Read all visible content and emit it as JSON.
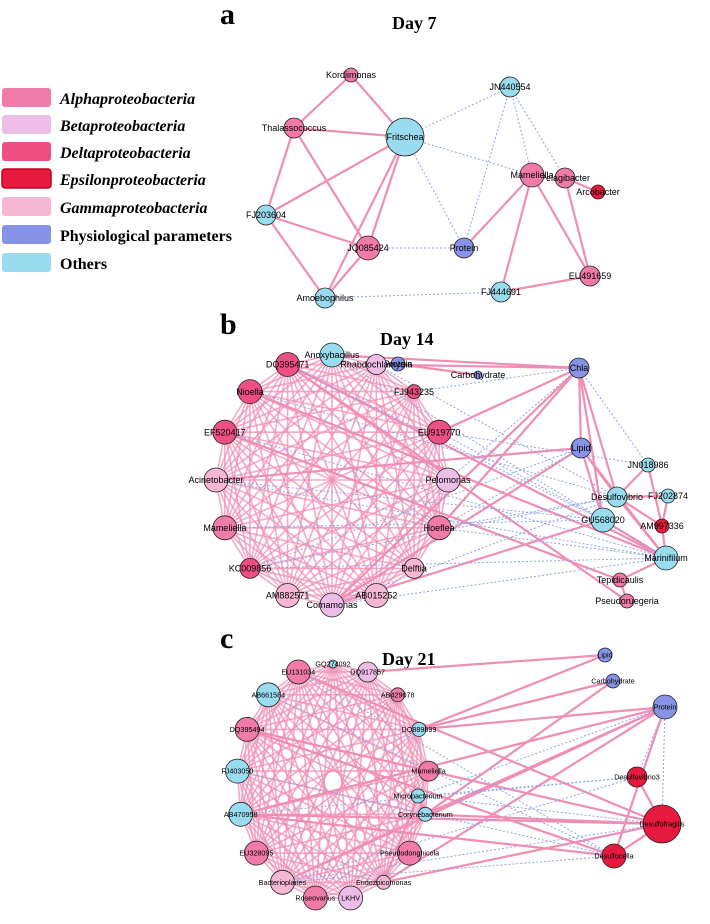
{
  "colors": {
    "alpha": "#f07aa8",
    "beta": "#ecbde6",
    "delta": "#ee4f83",
    "epsilon": "#e8193f",
    "gamma": "#f5b7d4",
    "physio": "#8693e6",
    "others": "#99dcef",
    "edge_pos": "#f08db4",
    "edge_neg": "#8fa2e6"
  },
  "legend": [
    {
      "label": "Alphaproteobacteria",
      "cat": "alpha",
      "italic": true
    },
    {
      "label": "Betaproteobacteria",
      "cat": "beta",
      "italic": true
    },
    {
      "label": "Deltaproteobacteria",
      "cat": "delta",
      "italic": true
    },
    {
      "label": "Epsilonproteobacteria",
      "cat": "epsilon",
      "italic": true
    },
    {
      "label": "Gammaproteobacteria",
      "cat": "gamma",
      "italic": true
    },
    {
      "label": "Physiological parameters",
      "cat": "physio",
      "italic": false
    },
    {
      "label": "Others",
      "cat": "others",
      "italic": false
    }
  ],
  "panels": [
    {
      "letter": "a",
      "title": "Day 7"
    },
    {
      "letter": "b",
      "title": "Day 14"
    },
    {
      "letter": "c",
      "title": "Day 21"
    }
  ],
  "networks": [
    {
      "nodes": [
        {
          "id": "Kordiimonas",
          "cat": "alpha",
          "size": 1
        },
        {
          "id": "Thalassococcus",
          "cat": "alpha",
          "size": 2
        },
        {
          "id": "Fritschea",
          "cat": "others",
          "size": 4
        },
        {
          "id": "JN440554",
          "cat": "others",
          "size": 2
        },
        {
          "id": "Pelagibacter",
          "cat": "alpha",
          "size": 2
        },
        {
          "id": "Arcobacter",
          "cat": "epsilon",
          "size": 1
        },
        {
          "id": "Mameliella",
          "cat": "alpha",
          "size": 3
        },
        {
          "id": "FJ203604",
          "cat": "others",
          "size": 2
        },
        {
          "id": "JQ085424",
          "cat": "alpha",
          "size": 3
        },
        {
          "id": "Protein",
          "cat": "physio",
          "size": 2
        },
        {
          "id": "EU491659",
          "cat": "alpha",
          "size": 2
        },
        {
          "id": "Amoebophilus",
          "cat": "others",
          "size": 2
        },
        {
          "id": "FJ444691",
          "cat": "others",
          "size": 2
        }
      ],
      "edges": [
        {
          "s": "Kordiimonas",
          "t": "Thalassococcus",
          "k": "pos"
        },
        {
          "s": "Kordiimonas",
          "t": "Fritschea",
          "k": "pos"
        },
        {
          "s": "Thalassococcus",
          "t": "Fritschea",
          "k": "pos"
        },
        {
          "s": "Thalassococcus",
          "t": "FJ203604",
          "k": "pos"
        },
        {
          "s": "Thalassococcus",
          "t": "JQ085424",
          "k": "pos"
        },
        {
          "s": "Fritschea",
          "t": "FJ203604",
          "k": "pos"
        },
        {
          "s": "Fritschea",
          "t": "JQ085424",
          "k": "pos"
        },
        {
          "s": "Fritschea",
          "t": "Amoebophilus",
          "k": "pos"
        },
        {
          "s": "FJ203604",
          "t": "Amoebophilus",
          "k": "pos"
        },
        {
          "s": "FJ203604",
          "t": "JQ085424",
          "k": "pos"
        },
        {
          "s": "JQ085424",
          "t": "Amoebophilus",
          "k": "pos"
        },
        {
          "s": "Fritschea",
          "t": "Mameliella",
          "k": "neg"
        },
        {
          "s": "Fritschea",
          "t": "Protein",
          "k": "neg"
        },
        {
          "s": "JN440554",
          "t": "Fritschea",
          "k": "neg"
        },
        {
          "s": "JN440554",
          "t": "Protein",
          "k": "neg"
        },
        {
          "s": "JN440554",
          "t": "Mameliella",
          "k": "neg"
        },
        {
          "s": "JN440554",
          "t": "Pelagibacter",
          "k": "neg"
        },
        {
          "s": "JQ085424",
          "t": "Protein",
          "k": "neg"
        },
        {
          "s": "Amoebophilus",
          "t": "FJ444691",
          "k": "neg"
        },
        {
          "s": "Mameliella",
          "t": "Protein",
          "k": "pos"
        },
        {
          "s": "Mameliella",
          "t": "FJ444691",
          "k": "pos"
        },
        {
          "s": "Mameliella",
          "t": "EU491659",
          "k": "pos"
        },
        {
          "s": "Pelagibacter",
          "t": "EU491659",
          "k": "pos"
        },
        {
          "s": "Pelagibacter",
          "t": "Arcobacter",
          "k": "pos"
        },
        {
          "s": "EU491659",
          "t": "FJ444691",
          "k": "pos"
        }
      ]
    },
    {
      "nodes": [
        {
          "id": "Protein",
          "cat": "physio",
          "size": 1
        },
        {
          "id": "Carbohydrate",
          "cat": "physio",
          "size": 0
        },
        {
          "id": "Anoxybacillus",
          "cat": "others",
          "size": 3
        },
        {
          "id": "Rhabdochlamydia",
          "cat": "beta",
          "size": 2
        },
        {
          "id": "FJ943235",
          "cat": "delta",
          "size": 1
        },
        {
          "id": "EU919770",
          "cat": "delta",
          "size": 3
        },
        {
          "id": "Pelomonas",
          "cat": "beta",
          "size": 3
        },
        {
          "id": "Hoeflea",
          "cat": "alpha",
          "size": 3
        },
        {
          "id": "Delftia",
          "cat": "gamma",
          "size": 2
        },
        {
          "id": "AB015252",
          "cat": "gamma",
          "size": 3
        },
        {
          "id": "Comamonas",
          "cat": "beta",
          "size": 3
        },
        {
          "id": "AM882571",
          "cat": "gamma",
          "size": 3
        },
        {
          "id": "KC009856",
          "cat": "delta",
          "size": 2
        },
        {
          "id": "Mameliella",
          "cat": "alpha",
          "size": 3
        },
        {
          "id": "Acinetobacter",
          "cat": "gamma",
          "size": 3
        },
        {
          "id": "EF520417",
          "cat": "delta",
          "size": 3
        },
        {
          "id": "Nioella",
          "cat": "delta",
          "size": 3
        },
        {
          "id": "DQ395471",
          "cat": "delta",
          "size": 3
        },
        {
          "id": "Chla",
          "cat": "physio",
          "size": 2
        },
        {
          "id": "Lipid",
          "cat": "physio",
          "size": 2
        },
        {
          "id": "JN018986",
          "cat": "others",
          "size": 1
        },
        {
          "id": "Desulfovibrio",
          "cat": "others",
          "size": 2
        },
        {
          "id": "FJ202874",
          "cat": "others",
          "size": 1
        },
        {
          "id": "GU568020",
          "cat": "others",
          "size": 3
        },
        {
          "id": "AM997336",
          "cat": "epsilon",
          "size": 1
        },
        {
          "id": "Marinifilum",
          "cat": "others",
          "size": 3
        },
        {
          "id": "Tepidicaulis",
          "cat": "alpha",
          "size": 1
        },
        {
          "id": "Pseudoruegeria",
          "cat": "alpha",
          "size": 1
        }
      ],
      "edges": [
        {
          "s": "Protein",
          "t": "Carbohydrate",
          "k": "pos"
        },
        {
          "s": "Chla",
          "t": "Lipid",
          "k": "pos"
        },
        {
          "s": "Chla",
          "t": "Anoxybacillus",
          "k": "pos"
        },
        {
          "s": "Chla",
          "t": "Rhabdochlamydia",
          "k": "pos"
        },
        {
          "s": "Chla",
          "t": "EU919770",
          "k": "pos"
        },
        {
          "s": "Chla",
          "t": "Hoeflea",
          "k": "pos"
        },
        {
          "s": "Chla",
          "t": "Comamonas",
          "k": "pos"
        },
        {
          "s": "Chla",
          "t": "Desulfovibrio",
          "k": "pos"
        },
        {
          "s": "Chla",
          "t": "GU568020",
          "k": "pos"
        },
        {
          "s": "Chla",
          "t": "JN018986",
          "k": "neg"
        },
        {
          "s": "Chla",
          "t": "FJ943235",
          "k": "neg"
        },
        {
          "s": "Chla",
          "t": "Pelomonas",
          "k": "neg"
        },
        {
          "s": "Lipid",
          "t": "Comamonas",
          "k": "pos"
        },
        {
          "s": "Lipid",
          "t": "Desulfovibrio",
          "k": "pos"
        },
        {
          "s": "Lipid",
          "t": "GU568020",
          "k": "pos"
        },
        {
          "s": "Lipid",
          "t": "Marinifilum",
          "k": "pos"
        },
        {
          "s": "Lipid",
          "t": "Acinetobacter",
          "k": "pos"
        },
        {
          "s": "Lipid",
          "t": "Hoeflea",
          "k": "neg"
        },
        {
          "s": "Lipid",
          "t": "KC009856",
          "k": "neg"
        },
        {
          "s": "JN018986",
          "t": "Desulfovibrio",
          "k": "pos"
        },
        {
          "s": "JN018986",
          "t": "AM997336",
          "k": "pos"
        },
        {
          "s": "Desulfovibrio",
          "t": "FJ202874",
          "k": "pos"
        },
        {
          "s": "Desulfovibrio",
          "t": "AM997336",
          "k": "pos"
        },
        {
          "s": "Desulfovibrio",
          "t": "Marinifilum",
          "k": "pos"
        },
        {
          "s": "FJ202874",
          "t": "AM997336",
          "k": "pos"
        },
        {
          "s": "GU568020",
          "t": "Marinifilum",
          "k": "pos"
        },
        {
          "s": "AM997336",
          "t": "Marinifilum",
          "k": "pos"
        },
        {
          "s": "Marinifilum",
          "t": "Tepidicaulis",
          "k": "pos"
        },
        {
          "s": "Marinifilum",
          "t": "DQ395471",
          "k": "pos"
        },
        {
          "s": "Marinifilum",
          "t": "Nioella",
          "k": "pos"
        },
        {
          "s": "Tepidicaulis",
          "t": "Pseudoruegeria",
          "k": "pos"
        },
        {
          "s": "Tepidicaulis",
          "t": "EF520417",
          "k": "pos"
        },
        {
          "s": "Pseudoruegeria",
          "t": "DQ395471",
          "k": "pos"
        },
        {
          "s": "Comamonas",
          "t": "GU568020",
          "k": "pos"
        },
        {
          "s": "Comamonas",
          "t": "Desulfovibrio",
          "k": "neg"
        },
        {
          "s": "Comamonas",
          "t": "Marinifilum",
          "k": "neg"
        },
        {
          "s": "Hoeflea",
          "t": "Desulfovibrio",
          "k": "neg"
        },
        {
          "s": "Hoeflea",
          "t": "Marinifilum",
          "k": "neg"
        },
        {
          "s": "EU919770",
          "t": "JN018986",
          "k": "neg"
        },
        {
          "s": "EU919770",
          "t": "GU568020",
          "k": "neg"
        },
        {
          "s": "KC009856",
          "t": "Desulfovibrio",
          "k": "neg"
        },
        {
          "s": "KC009856",
          "t": "Marinifilum",
          "k": "neg"
        },
        {
          "s": "Acinetobacter",
          "t": "GU568020",
          "k": "neg"
        },
        {
          "s": "Acinetobacter",
          "t": "Marinifilum",
          "k": "neg"
        },
        {
          "s": "DQ395471",
          "t": "GU568020",
          "k": "neg"
        },
        {
          "s": "Rhabdochlamydia",
          "t": "Desulfovibrio",
          "k": "neg"
        },
        {
          "s": "Anoxybacillus",
          "t": "Marinifilum",
          "k": "neg"
        },
        {
          "s": "Nioella",
          "t": "Desulfovibrio",
          "k": "neg"
        },
        {
          "s": "EF520417",
          "t": "Marinifilum",
          "k": "neg"
        },
        {
          "s": "Mameliella",
          "t": "GU568020",
          "k": "neg"
        }
      ],
      "clique": [
        "Anoxybacillus",
        "Rhabdochlamydia",
        "FJ943235",
        "EU919770",
        "Pelomonas",
        "Hoeflea",
        "Delftia",
        "AB015252",
        "Comamonas",
        "AM882571",
        "KC009856",
        "Mameliella",
        "Acinetobacter",
        "EF520417",
        "Nioella",
        "DQ395471"
      ]
    },
    {
      "nodes": [
        {
          "id": "Lipid",
          "cat": "physio",
          "size": 1
        },
        {
          "id": "Carbohydrate",
          "cat": "physio",
          "size": 1
        },
        {
          "id": "Protein",
          "cat": "physio",
          "size": 3
        },
        {
          "id": "GQ274092",
          "cat": "others",
          "size": 0
        },
        {
          "id": "DQ917857",
          "cat": "beta",
          "size": 2
        },
        {
          "id": "AB429078",
          "cat": "alpha",
          "size": 1
        },
        {
          "id": "DQ889899",
          "cat": "others",
          "size": 1
        },
        {
          "id": "Mameliella",
          "cat": "alpha",
          "size": 2
        },
        {
          "id": "Corynebacterium",
          "cat": "others",
          "size": 1
        },
        {
          "id": "Pseudodonghicola",
          "cat": "alpha",
          "size": 3
        },
        {
          "id": "Endozoicomonas",
          "cat": "gamma",
          "size": 1
        },
        {
          "id": "LKHV",
          "cat": "beta",
          "size": 3
        },
        {
          "id": "Microbacterium",
          "cat": "others",
          "size": 1
        },
        {
          "id": "Roseovarius",
          "cat": "alpha",
          "size": 3
        },
        {
          "id": "Bacterioplanes",
          "cat": "gamma",
          "size": 3
        },
        {
          "id": "EU328095",
          "cat": "alpha",
          "size": 3
        },
        {
          "id": "AB470958",
          "cat": "others",
          "size": 3
        },
        {
          "id": "FJ403050",
          "cat": "others",
          "size": 3
        },
        {
          "id": "DQ395494",
          "cat": "alpha",
          "size": 3
        },
        {
          "id": "AB661584",
          "cat": "others",
          "size": 3
        },
        {
          "id": "EU131034",
          "cat": "alpha",
          "size": 3
        },
        {
          "id": "Desulfovibrio3",
          "cat": "epsilon",
          "size": 2
        },
        {
          "id": "Desulfofragilis",
          "cat": "epsilon",
          "size": 4
        },
        {
          "id": "Desulfocella",
          "cat": "epsilon",
          "size": 3
        }
      ],
      "edges": [
        {
          "s": "Protein",
          "t": "Desulfofragilis",
          "k": "neg"
        },
        {
          "s": "Protein",
          "t": "Desulfovibrio3",
          "k": "neg"
        },
        {
          "s": "Protein",
          "t": "Desulfocella",
          "k": "pos"
        },
        {
          "s": "Protein",
          "t": "Corynebacterium",
          "k": "pos"
        },
        {
          "s": "Protein",
          "t": "Endozoicomonas",
          "k": "pos"
        },
        {
          "s": "Protein",
          "t": "Bacterioplanes",
          "k": "pos"
        },
        {
          "s": "Protein",
          "t": "AB470958",
          "k": "pos"
        },
        {
          "s": "Protein",
          "t": "DQ889899",
          "k": "pos"
        },
        {
          "s": "Protein",
          "t": "Microbacterium",
          "k": "neg"
        },
        {
          "s": "Lipid",
          "t": "DQ917857",
          "k": "pos"
        },
        {
          "s": "Lipid",
          "t": "DQ889899",
          "k": "pos"
        },
        {
          "s": "Carbohydrate",
          "t": "Corynebacterium",
          "k": "pos"
        },
        {
          "s": "Carbohydrate",
          "t": "DQ889899",
          "k": "pos"
        },
        {
          "s": "Desulfofragilis",
          "t": "Desulfovibrio3",
          "k": "pos"
        },
        {
          "s": "Desulfofragilis",
          "t": "Desulfocella",
          "k": "pos"
        },
        {
          "s": "Desulfofragilis",
          "t": "Corynebacterium",
          "k": "pos"
        },
        {
          "s": "Desulfofragilis",
          "t": "Endozoicomonas",
          "k": "pos"
        },
        {
          "s": "Desulfofragilis",
          "t": "DQ395494",
          "k": "pos"
        },
        {
          "s": "Desulfofragilis",
          "t": "AB470958",
          "k": "pos"
        },
        {
          "s": "Desulfofragilis",
          "t": "EU131034",
          "k": "pos"
        },
        {
          "s": "Desulfofragilis",
          "t": "Microbacterium",
          "k": "neg"
        },
        {
          "s": "Desulfofragilis",
          "t": "Bacterioplanes",
          "k": "neg"
        },
        {
          "s": "Desulfovibrio3",
          "t": "Bacterioplanes",
          "k": "neg"
        },
        {
          "s": "Desulfovibrio3",
          "t": "Microbacterium",
          "k": "neg"
        },
        {
          "s": "Desulfovibrio3",
          "t": "AB470958",
          "k": "neg"
        },
        {
          "s": "Desulfocella",
          "t": "AB470958",
          "k": "pos"
        },
        {
          "s": "Desulfocella",
          "t": "DQ395494",
          "k": "pos"
        },
        {
          "s": "Desulfocella",
          "t": "FJ403050",
          "k": "neg"
        },
        {
          "s": "Desulfocella",
          "t": "AB661584",
          "k": "neg"
        },
        {
          "s": "Desulfocella",
          "t": "EU131034",
          "k": "neg"
        },
        {
          "s": "Desulfocella",
          "t": "Bacterioplanes",
          "k": "neg"
        },
        {
          "s": "Microbacterium",
          "t": "Endozoicomonas",
          "k": "pos"
        },
        {
          "s": "Microbacterium",
          "t": "Corynebacterium",
          "k": "pos"
        }
      ],
      "clique": [
        "GQ274092",
        "DQ917857",
        "AB429078",
        "DQ889899",
        "Mameliella",
        "Corynebacterium",
        "Pseudodonghicola",
        "Endozoicomonas",
        "LKHV",
        "Roseovarius",
        "Bacterioplanes",
        "EU328095",
        "AB470958",
        "FJ403050",
        "DQ395494",
        "AB661584",
        "EU131034"
      ]
    }
  ]
}
